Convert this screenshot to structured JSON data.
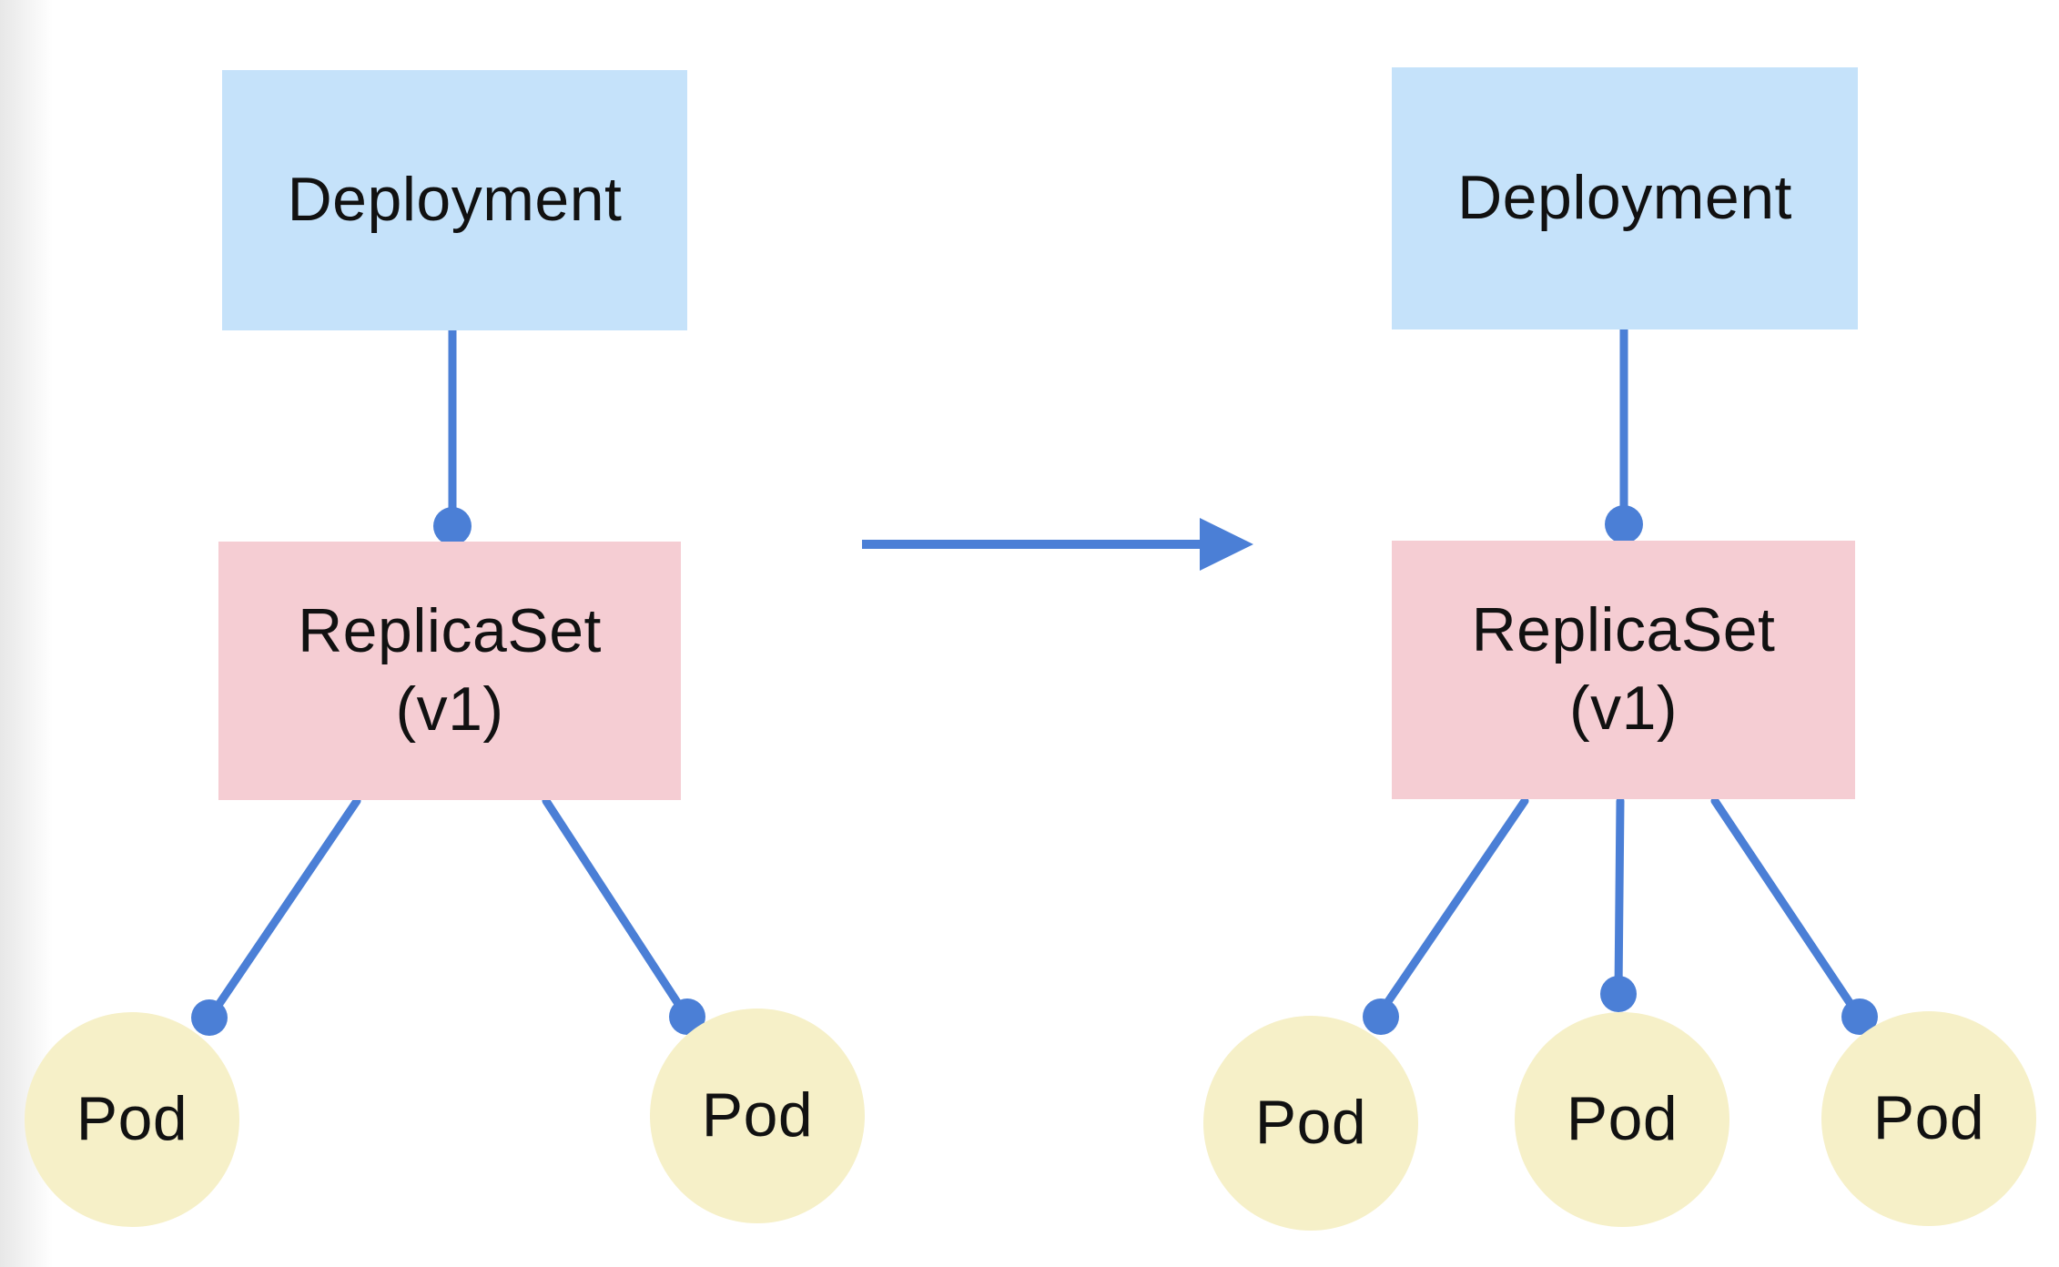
{
  "theme": {
    "deployment_fill": "#c5e2fa",
    "replicaset_fill": "#f5cdd3",
    "pod_fill": "#f6f0c8",
    "connector_blue": "#4b7fd6",
    "text_color": "#111111"
  },
  "left": {
    "deployment": {
      "label": "Deployment"
    },
    "replicaset": {
      "label": "ReplicaSet",
      "version": "(v1)"
    },
    "pods": [
      {
        "label": "Pod"
      },
      {
        "label": "Pod"
      }
    ]
  },
  "right": {
    "deployment": {
      "label": "Deployment"
    },
    "replicaset": {
      "label": "ReplicaSet",
      "version": "(v1)"
    },
    "pods": [
      {
        "label": "Pod"
      },
      {
        "label": "Pod"
      },
      {
        "label": "Pod"
      }
    ]
  }
}
